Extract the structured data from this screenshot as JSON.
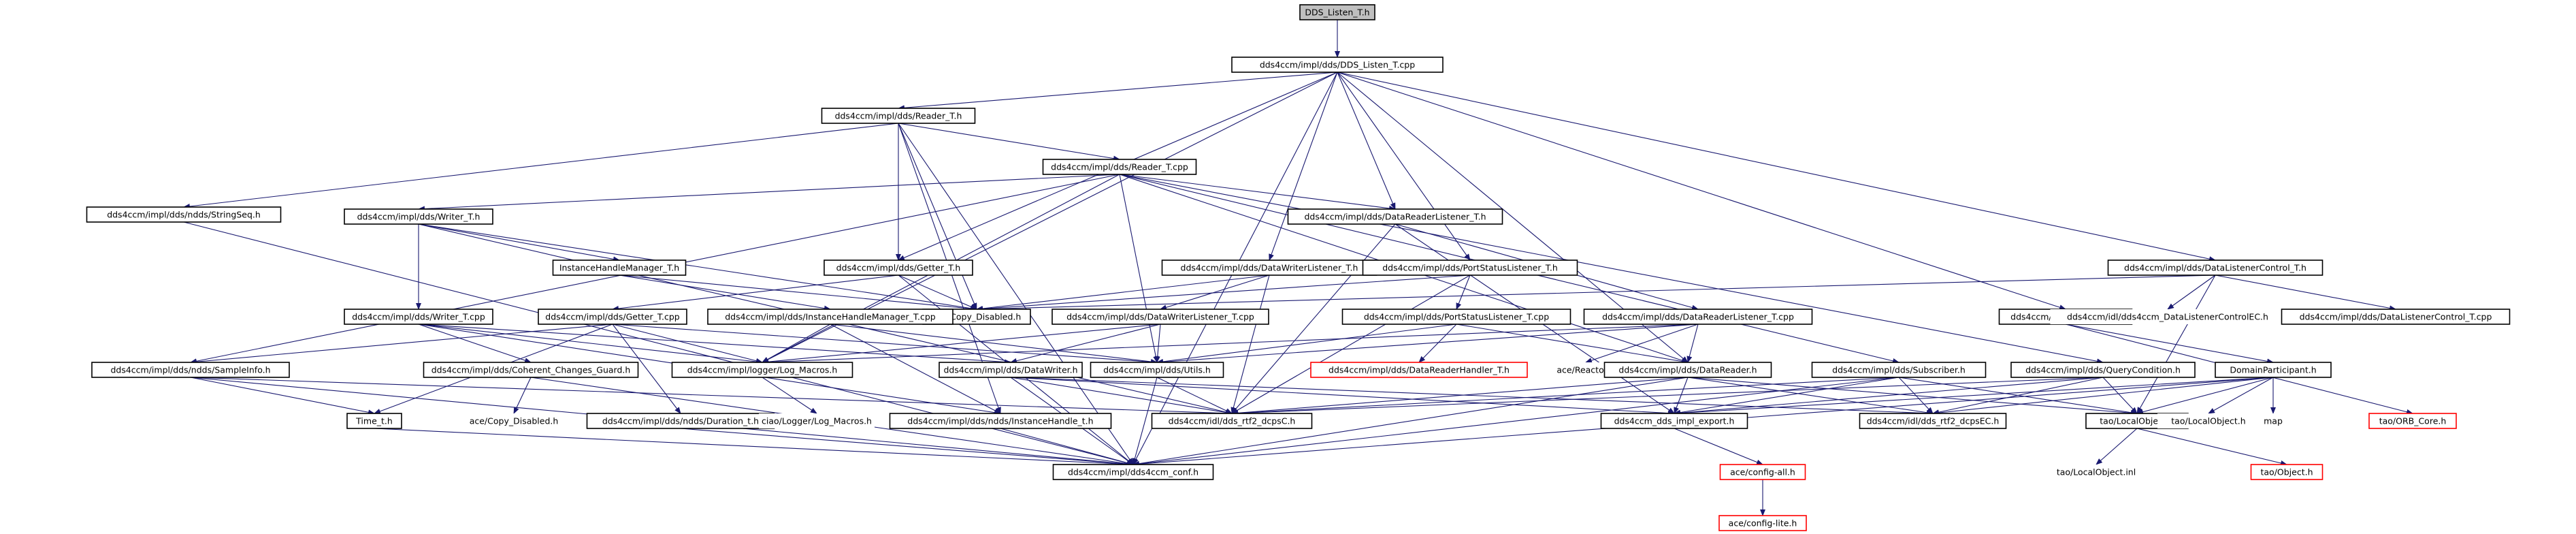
{
  "colors": {
    "edge": "#191970",
    "box_border": "#000000",
    "missing_border": "#ff0000",
    "root_fill": "#bfbfbf",
    "box_fill": "#ffffff",
    "text": "#000000"
  },
  "nodes": [
    {
      "id": "root",
      "label": "DDS_Listen_T.h",
      "style": "root"
    },
    {
      "id": "listen_cpp",
      "label": "dds4ccm/impl/dds/DDS_Listen_T.cpp",
      "style": "box"
    },
    {
      "id": "reader_h",
      "label": "dds4ccm/impl/dds/Reader_T.h",
      "style": "box"
    },
    {
      "id": "reader_cpp",
      "label": "dds4ccm/impl/dds/Reader_T.cpp",
      "style": "box"
    },
    {
      "id": "stringseq",
      "label": "dds4ccm/impl/dds/ndds/StringSeq.h",
      "style": "box"
    },
    {
      "id": "writer_h",
      "label": "dds4ccm/impl/dds/Writer_T.h",
      "style": "box"
    },
    {
      "id": "drl_h",
      "label": "dds4ccm/impl/dds/DataReaderListener_T.h",
      "style": "box"
    },
    {
      "id": "ihm_h",
      "label": "InstanceHandleManager_T.h",
      "style": "box"
    },
    {
      "id": "getter_h",
      "label": "dds4ccm/impl/dds/Getter_T.h",
      "style": "box"
    },
    {
      "id": "dwl_h",
      "label": "dds4ccm/impl/dds/DataWriterListener_T.h",
      "style": "box"
    },
    {
      "id": "psl_h",
      "label": "dds4ccm/impl/dds/PortStatusListener_T.h",
      "style": "box"
    },
    {
      "id": "dlc_h",
      "label": "dds4ccm/impl/dds/DataListenerControl_T.h",
      "style": "box"
    },
    {
      "id": "copy_dis",
      "label": "ace/Copy_Disabled.h",
      "style": "box"
    },
    {
      "id": "topic_h",
      "label": "dds4ccm/impl/dds/Topic.h",
      "style": "box"
    },
    {
      "id": "dlc_ec",
      "label": "dds4ccm/idl/dds4ccm_DataListenerControlEC.h",
      "style": "plain"
    },
    {
      "id": "dlc_cpp",
      "label": "dds4ccm/impl/dds/DataListenerControl_T.cpp",
      "style": "box"
    },
    {
      "id": "writer_cpp",
      "label": "dds4ccm/impl/dds/Writer_T.cpp",
      "style": "box"
    },
    {
      "id": "getter_cpp",
      "label": "dds4ccm/impl/dds/Getter_T.cpp",
      "style": "box"
    },
    {
      "id": "ihm_cpp",
      "label": "dds4ccm/impl/dds/InstanceHandleManager_T.cpp",
      "style": "box"
    },
    {
      "id": "dwl_cpp",
      "label": "dds4ccm/impl/dds/DataWriterListener_T.cpp",
      "style": "box"
    },
    {
      "id": "psl_cpp",
      "label": "dds4ccm/impl/dds/PortStatusListener_T.cpp",
      "style": "box"
    },
    {
      "id": "drl_cpp",
      "label": "dds4ccm/impl/dds/DataReaderListener_T.cpp",
      "style": "box"
    },
    {
      "id": "sampleinfo",
      "label": "dds4ccm/impl/dds/ndds/SampleInfo.h",
      "style": "box"
    },
    {
      "id": "coherent",
      "label": "dds4ccm/impl/dds/Coherent_Changes_Guard.h",
      "style": "box"
    },
    {
      "id": "logmacros",
      "label": "dds4ccm/impl/logger/Log_Macros.h",
      "style": "box"
    },
    {
      "id": "datawriter",
      "label": "dds4ccm/impl/dds/DataWriter.h",
      "style": "box"
    },
    {
      "id": "utils",
      "label": "dds4ccm/impl/dds/Utils.h",
      "style": "box"
    },
    {
      "id": "drh",
      "label": "dds4ccm/impl/dds/DataReaderHandler_T.h",
      "style": "missing"
    },
    {
      "id": "reactor",
      "label": "ace/Reactor.h",
      "style": "plain"
    },
    {
      "id": "datareader",
      "label": "dds4ccm/impl/dds/DataReader.h",
      "style": "box"
    },
    {
      "id": "subscriber",
      "label": "dds4ccm/impl/dds/Subscriber.h",
      "style": "box"
    },
    {
      "id": "querycond",
      "label": "dds4ccm/impl/dds/QueryCondition.h",
      "style": "box"
    },
    {
      "id": "domainpart",
      "label": "DomainParticipant.h",
      "style": "box"
    },
    {
      "id": "time",
      "label": "Time_t.h",
      "style": "box"
    },
    {
      "id": "copy_dis2",
      "label": "ace/Copy_Disabled.h",
      "style": "plain"
    },
    {
      "id": "duration",
      "label": "dds4ccm/impl/dds/ndds/Duration_t.h",
      "style": "box"
    },
    {
      "id": "ciaolog",
      "label": "ciao/Logger/Log_Macros.h",
      "style": "plain"
    },
    {
      "id": "instancehandle",
      "label": "dds4ccm/impl/dds/ndds/InstanceHandle_t.h",
      "style": "box"
    },
    {
      "id": "rti_dcpsc",
      "label": "dds4ccm/idl/dds_rtf2_dcpsC.h",
      "style": "box"
    },
    {
      "id": "impl_export",
      "label": "dds4ccm_dds_impl_export.h",
      "style": "box"
    },
    {
      "id": "rti_dcpsec",
      "label": "dds4ccm/idl/dds_rtf2_dcpsEC.h",
      "style": "box"
    },
    {
      "id": "localobj",
      "label": "tao/LocalObject.h",
      "style": "box"
    },
    {
      "id": "localobj2",
      "label": "tao/LocalObject.h",
      "style": "plain"
    },
    {
      "id": "map",
      "label": "map",
      "style": "plain"
    },
    {
      "id": "orbcore",
      "label": "tao/ORB_Core.h",
      "style": "missing"
    },
    {
      "id": "conf",
      "label": "dds4ccm/impl/dds4ccm_conf.h",
      "style": "box"
    },
    {
      "id": "config_all",
      "label": "ace/config-all.h",
      "style": "missing"
    },
    {
      "id": "localobj_inl",
      "label": "tao/LocalObject.inl",
      "style": "plain"
    },
    {
      "id": "tao_object",
      "label": "tao/Object.h",
      "style": "missing"
    },
    {
      "id": "config_lite",
      "label": "ace/config-lite.h",
      "style": "missing"
    }
  ],
  "edges": [
    [
      "listen_cpp",
      "root"
    ],
    [
      "reader_h",
      "listen_cpp"
    ],
    [
      "getter_h",
      "listen_cpp"
    ],
    [
      "dwl_h",
      "listen_cpp"
    ],
    [
      "drl_h",
      "listen_cpp"
    ],
    [
      "psl_h",
      "listen_cpp"
    ],
    [
      "topic_h",
      "listen_cpp"
    ],
    [
      "dlc_h",
      "listen_cpp"
    ],
    [
      "datareader",
      "listen_cpp"
    ],
    [
      "logmacros",
      "listen_cpp"
    ],
    [
      "conf",
      "listen_cpp"
    ],
    [
      "reader_cpp",
      "reader_h"
    ],
    [
      "getter_h",
      "reader_h"
    ],
    [
      "copy_dis",
      "reader_h"
    ],
    [
      "stringseq",
      "reader_h"
    ],
    [
      "instancehandle",
      "reader_h"
    ],
    [
      "conf",
      "reader_h"
    ],
    [
      "writer_h",
      "reader_cpp"
    ],
    [
      "drl_h",
      "reader_cpp"
    ],
    [
      "subscriber",
      "reader_cpp"
    ],
    [
      "querycond",
      "reader_cpp"
    ],
    [
      "datareader",
      "reader_cpp"
    ],
    [
      "sampleinfo",
      "reader_cpp"
    ],
    [
      "utils",
      "reader_cpp"
    ],
    [
      "logmacros",
      "reader_cpp"
    ],
    [
      "conf",
      "stringseq"
    ],
    [
      "writer_cpp",
      "writer_h"
    ],
    [
      "ihm_h",
      "writer_h"
    ],
    [
      "copy_dis",
      "writer_h"
    ],
    [
      "rti_dcpsc",
      "writer_h"
    ],
    [
      "ihm_cpp",
      "ihm_h"
    ],
    [
      "copy_dis",
      "ihm_h"
    ],
    [
      "getter_cpp",
      "getter_h"
    ],
    [
      "copy_dis",
      "getter_h"
    ],
    [
      "conf",
      "getter_h"
    ],
    [
      "dwl_cpp",
      "dwl_h"
    ],
    [
      "copy_dis",
      "dwl_h"
    ],
    [
      "rti_dcpsc",
      "dwl_h"
    ],
    [
      "psl_cpp",
      "psl_h"
    ],
    [
      "copy_dis",
      "psl_h"
    ],
    [
      "rti_dcpsc",
      "psl_h"
    ],
    [
      "drl_cpp",
      "drl_h"
    ],
    [
      "impl_export",
      "drl_h"
    ],
    [
      "rti_dcpsc",
      "drl_h"
    ],
    [
      "dlc_ec",
      "dlc_h"
    ],
    [
      "dlc_cpp",
      "dlc_h"
    ],
    [
      "localobj",
      "dlc_h"
    ],
    [
      "copy_dis",
      "dlc_h"
    ],
    [
      "domainpart",
      "topic_h"
    ],
    [
      "orbcore",
      "topic_h"
    ],
    [
      "coherent",
      "writer_cpp"
    ],
    [
      "logmacros",
      "writer_cpp"
    ],
    [
      "datawriter",
      "writer_cpp"
    ],
    [
      "instancehandle",
      "writer_cpp"
    ],
    [
      "duration",
      "getter_cpp"
    ],
    [
      "time",
      "getter_cpp"
    ],
    [
      "utils",
      "getter_cpp"
    ],
    [
      "logmacros",
      "getter_cpp"
    ],
    [
      "sampleinfo",
      "getter_cpp"
    ],
    [
      "logmacros",
      "ihm_cpp"
    ],
    [
      "utils",
      "ihm_cpp"
    ],
    [
      "instancehandle",
      "ihm_cpp"
    ],
    [
      "datawriter",
      "dwl_cpp"
    ],
    [
      "utils",
      "dwl_cpp"
    ],
    [
      "logmacros",
      "dwl_cpp"
    ],
    [
      "drh",
      "psl_cpp"
    ],
    [
      "utils",
      "psl_cpp"
    ],
    [
      "datareader",
      "psl_cpp"
    ],
    [
      "reactor",
      "drl_cpp"
    ],
    [
      "datareader",
      "drl_cpp"
    ],
    [
      "utils",
      "drl_cpp"
    ],
    [
      "logmacros",
      "drl_cpp"
    ],
    [
      "time",
      "sampleinfo"
    ],
    [
      "rti_dcpsc",
      "sampleinfo"
    ],
    [
      "conf",
      "sampleinfo"
    ],
    [
      "copy_dis2",
      "coherent"
    ],
    [
      "conf",
      "coherent"
    ],
    [
      "ciaolog",
      "logmacros"
    ],
    [
      "impl_export",
      "datawriter"
    ],
    [
      "rti_dcpsc",
      "datawriter"
    ],
    [
      "rti_dcpsec",
      "datawriter"
    ],
    [
      "conf",
      "datawriter"
    ],
    [
      "rti_dcpsc",
      "utils"
    ],
    [
      "conf",
      "utils"
    ],
    [
      "impl_export",
      "datareader"
    ],
    [
      "rti_dcpsc",
      "datareader"
    ],
    [
      "rti_dcpsec",
      "datareader"
    ],
    [
      "localobj",
      "datareader"
    ],
    [
      "conf",
      "datareader"
    ],
    [
      "impl_export",
      "subscriber"
    ],
    [
      "rti_dcpsec",
      "subscriber"
    ],
    [
      "localobj",
      "subscriber"
    ],
    [
      "rti_dcpsc",
      "subscriber"
    ],
    [
      "conf",
      "subscriber"
    ],
    [
      "impl_export",
      "querycond"
    ],
    [
      "rti_dcpsec",
      "querycond"
    ],
    [
      "localobj",
      "querycond"
    ],
    [
      "rti_dcpsc",
      "querycond"
    ],
    [
      "localobj",
      "domainpart"
    ],
    [
      "localobj2",
      "domainpart"
    ],
    [
      "map",
      "domainpart"
    ],
    [
      "impl_export",
      "domainpart"
    ],
    [
      "rti_dcpsec",
      "domainpart"
    ],
    [
      "conf",
      "domainpart"
    ],
    [
      "conf",
      "time"
    ],
    [
      "conf",
      "duration"
    ],
    [
      "conf",
      "instancehandle"
    ],
    [
      "config_all",
      "impl_export"
    ],
    [
      "localobj_inl",
      "localobj"
    ],
    [
      "tao_object",
      "localobj"
    ],
    [
      "config_lite",
      "config_all"
    ]
  ]
}
